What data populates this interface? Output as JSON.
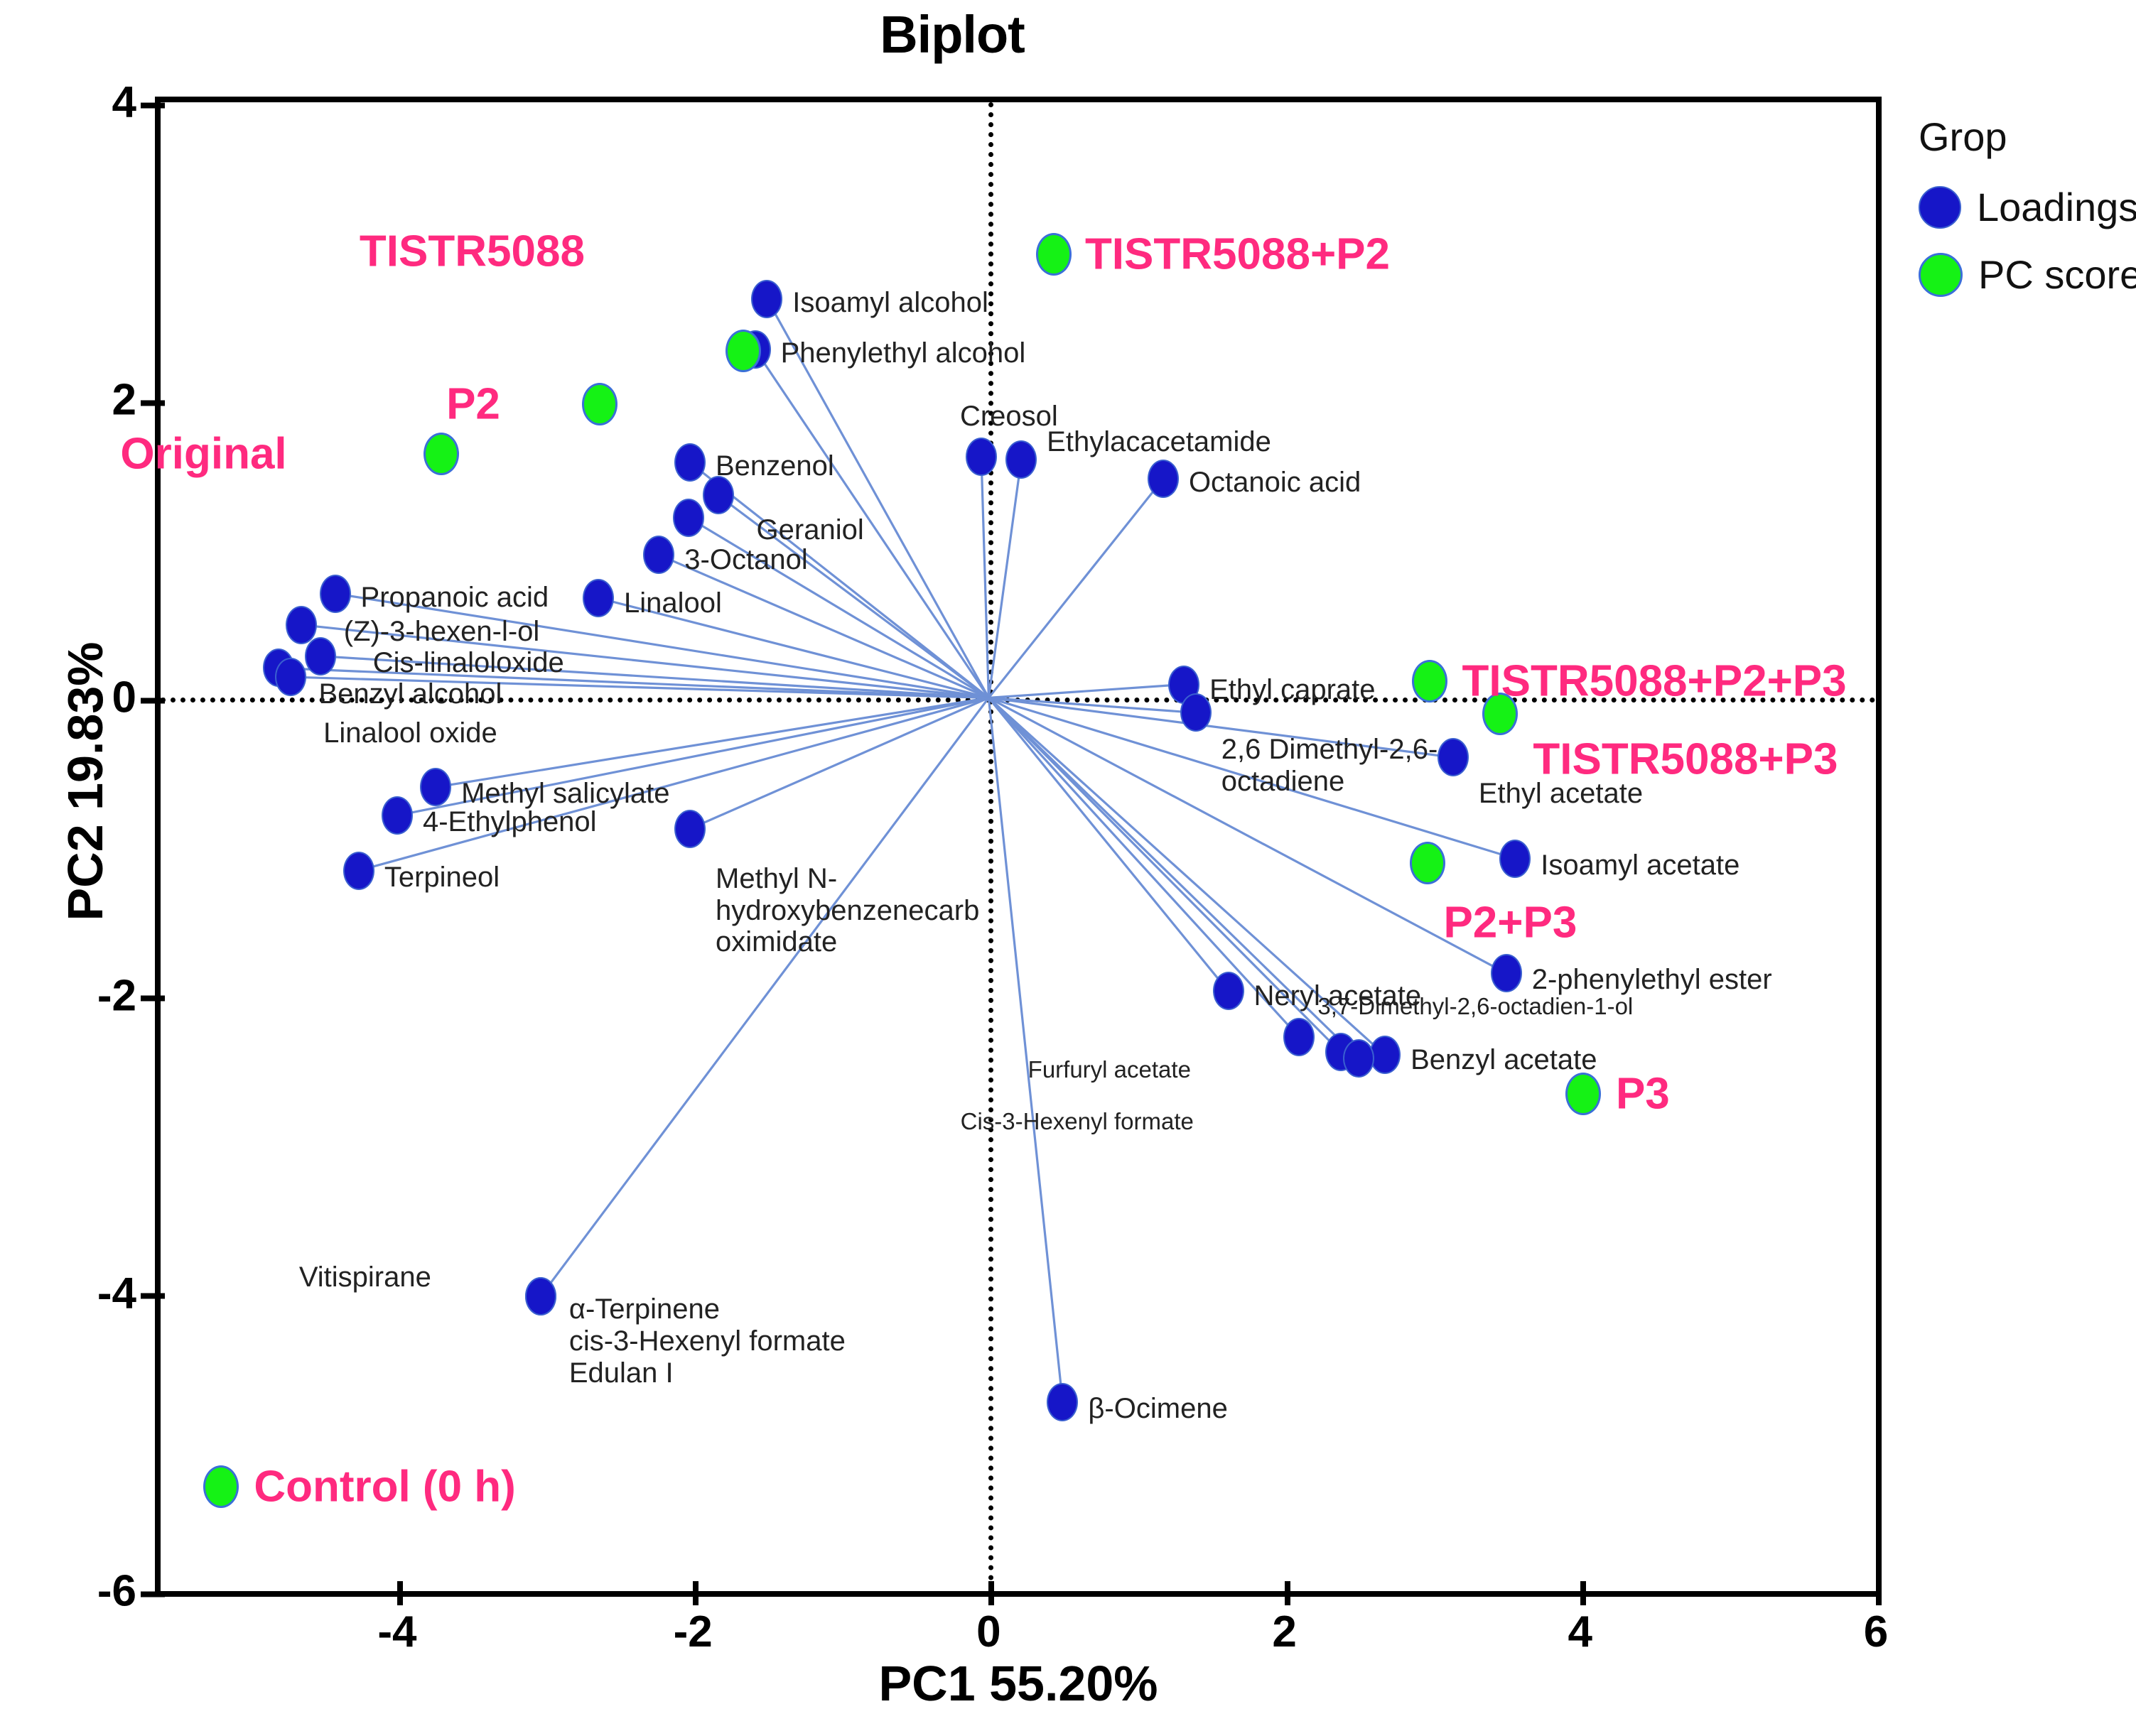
{
  "chart_data": {
    "type": "scatter",
    "title": "Biplot",
    "xlabel": "PC1 55.20%",
    "ylabel": "PC2 19.83%",
    "xlim": [
      -5.6,
      6.0
    ],
    "ylim": [
      -6.0,
      4.0
    ],
    "xticks": [
      "-4",
      "-2",
      "0",
      "2",
      "4",
      "6"
    ],
    "xtick_values": [
      -4,
      -2,
      0,
      2,
      4,
      6
    ],
    "yticks": [
      "4",
      "2",
      "0",
      "-2",
      "-4",
      "-6"
    ],
    "ytick_values": [
      4,
      2,
      0,
      -2,
      -4,
      -6
    ],
    "grid": false,
    "zero_lines": true,
    "legend": {
      "title": "Grop",
      "position": "right",
      "entries": [
        {
          "label": "Loadings",
          "color": "#1616c8"
        },
        {
          "label": "PC scores",
          "color": "#15f215"
        }
      ]
    },
    "series": [
      {
        "name": "Loadings",
        "color": "#1616c8",
        "points": [
          {
            "label": "Isoamyl alcohol",
            "x": -1.5,
            "y": 2.68,
            "lx": 36,
            "ly": -16
          },
          {
            "label": "Phenylethyl alcohol",
            "x": -1.58,
            "y": 2.34,
            "lx": 36,
            "ly": -16
          },
          {
            "label": "Creosol",
            "x": -0.05,
            "y": 1.62,
            "lx": -30,
            "ly": -78
          },
          {
            "label": "Ethylacacetamide",
            "x": 0.22,
            "y": 1.6,
            "lx": 36,
            "ly": -46
          },
          {
            "label": "Octanoic acid",
            "x": 1.18,
            "y": 1.47,
            "lx": 36,
            "ly": -16
          },
          {
            "label": "Benzenol",
            "x": -2.02,
            "y": 1.58,
            "lx": 36,
            "ly": -16
          },
          {
            "label": "Geraniol",
            "x": -1.83,
            "y": 1.36,
            "lx": 54,
            "ly": 28
          },
          {
            "label": "",
            "x": -2.03,
            "y": 1.21,
            "lx": 0,
            "ly": 0
          },
          {
            "label": "3-Octanol",
            "x": -2.23,
            "y": 0.96,
            "lx": 36,
            "ly": -14
          },
          {
            "label": "Propanoic acid",
            "x": -4.42,
            "y": 0.7,
            "lx": 36,
            "ly": -16
          },
          {
            "label": "Linalool",
            "x": -2.64,
            "y": 0.67,
            "lx": 36,
            "ly": -14
          },
          {
            "label": "(Z)-3-hexen-l-ol",
            "x": -4.65,
            "y": 0.49,
            "lx": 60,
            "ly": -12
          },
          {
            "label": "Cis-linaloloxide",
            "x": -4.52,
            "y": 0.28,
            "lx": 74,
            "ly": -12
          },
          {
            "label": "Benzyl alcohol",
            "x": -4.8,
            "y": 0.2,
            "lx": 56,
            "ly": 16
          },
          {
            "label": "Linalool oxide",
            "x": -4.72,
            "y": 0.14,
            "lx": 46,
            "ly": 58
          },
          {
            "label": "Ethyl caprate",
            "x": 1.32,
            "y": 0.09,
            "lx": 36,
            "ly": -14
          },
          {
            "label": "2,6 Dimethyl-2,6-\noctadiene",
            "x": 1.4,
            "y": -0.1,
            "lx": 36,
            "ly": 30
          },
          {
            "label": "Ethyl acetate",
            "x": 3.14,
            "y": -0.4,
            "lx": 36,
            "ly": 30
          },
          {
            "label": "Methyl salicylate",
            "x": -3.74,
            "y": -0.6,
            "lx": 36,
            "ly": -12
          },
          {
            "label": "4-Ethylphenol",
            "x": -4.0,
            "y": -0.79,
            "lx": 36,
            "ly": -12
          },
          {
            "label": "Methyl N-\nhydroxybenzenecarb\noximidate",
            "x": -2.02,
            "y": -0.88,
            "lx": 36,
            "ly": 48
          },
          {
            "label": "Terpineol",
            "x": -4.26,
            "y": -1.16,
            "lx": 36,
            "ly": -12
          },
          {
            "label": "Isoamyl acetate",
            "x": 3.56,
            "y": -1.08,
            "lx": 36,
            "ly": -12
          },
          {
            "label": "2-phenylethyl ester",
            "x": 3.5,
            "y": -1.85,
            "lx": 36,
            "ly": -12
          },
          {
            "label": "Neryl acetate",
            "x": 1.62,
            "y": -1.97,
            "lx": 36,
            "ly": -14
          },
          {
            "label": "3,7-Dimethyl-2,6-octadien-1-ol",
            "x": 2.1,
            "y": -2.28,
            "lx": 26,
            "ly": -60
          },
          {
            "label": "Furfuryl acetate",
            "x": 2.38,
            "y": -2.38,
            "lx": -440,
            "ly": 8
          },
          {
            "label": "Benzyl acetate",
            "x": 2.68,
            "y": -2.4,
            "lx": 36,
            "ly": -14
          },
          {
            "label": "Cis-3-Hexenyl formate",
            "x": 2.5,
            "y": -2.42,
            "lx": -560,
            "ly": 72
          },
          {
            "label": "Vitispirane",
            "x": -3.03,
            "y": -4.02,
            "lx": -340,
            "ly": -48
          },
          {
            "label": "α-Terpinene\ncis-3-Hexenyl formate\nEdulan I",
            "x": -3.03,
            "y": -4.02,
            "lx": 40,
            "ly": -4
          },
          {
            "label": "β-Ocimene",
            "x": 0.5,
            "y": -4.73,
            "lx": 36,
            "ly": -12
          }
        ]
      },
      {
        "name": "PC scores",
        "color": "#15f215",
        "points": [
          {
            "label": "TISTR5088+P2",
            "x": 0.44,
            "y": 2.98,
            "lx": 44,
            "ly": 0
          },
          {
            "label": "TISTR5088",
            "x": -1.66,
            "y": 2.33,
            "lx": -540,
            "ly": -140
          },
          {
            "label": "P2",
            "x": -2.63,
            "y": 1.97,
            "lx": -216,
            "ly": 0
          },
          {
            "label": "Original",
            "x": -3.7,
            "y": 1.64,
            "lx": -452,
            "ly": 0
          },
          {
            "label": "TISTR5088+P2+P3",
            "x": 2.98,
            "y": 0.11,
            "lx": 46,
            "ly": 0
          },
          {
            "label": "TISTR5088+P3",
            "x": 3.46,
            "y": -0.11,
            "lx": 46,
            "ly": 64
          },
          {
            "label": "P2+P3",
            "x": 2.97,
            "y": -1.11,
            "lx": 22,
            "ly": 84
          },
          {
            "label": "P3",
            "x": 4.02,
            "y": -2.66,
            "lx": 46,
            "ly": 0
          },
          {
            "label": "Control (0 h)",
            "x": -5.19,
            "y": -5.3,
            "lx": 46,
            "ly": 0
          }
        ]
      }
    ]
  }
}
